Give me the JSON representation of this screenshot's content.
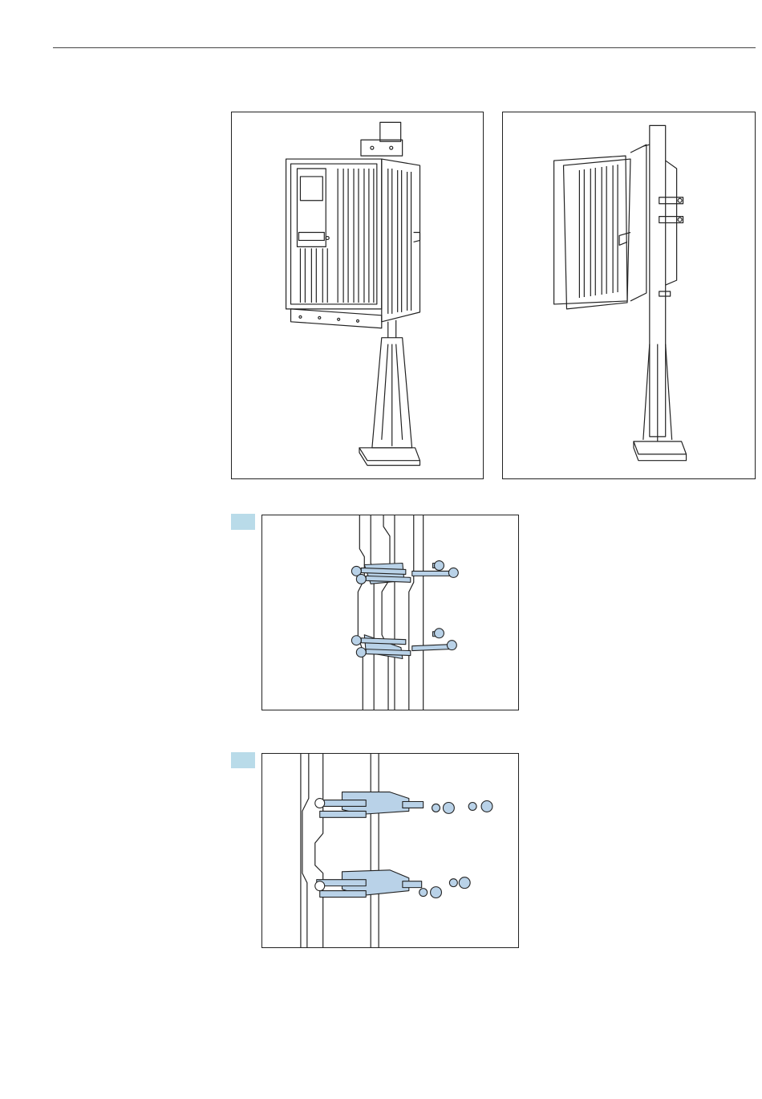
{
  "page": {
    "figures": [
      {
        "id": "fig-front",
        "subject": "analyzer-on-post-front-view"
      },
      {
        "id": "fig-side",
        "subject": "analyzer-on-post-side-view"
      },
      {
        "id": "fig-step-1",
        "subject": "bracket-bolts-on-post"
      },
      {
        "id": "fig-step-2",
        "subject": "u-bolts-washers-nuts"
      }
    ],
    "colors": {
      "line": "#222222",
      "highlight_blue": "#b9d2e8",
      "step_marker": "#b9dbe9"
    }
  }
}
